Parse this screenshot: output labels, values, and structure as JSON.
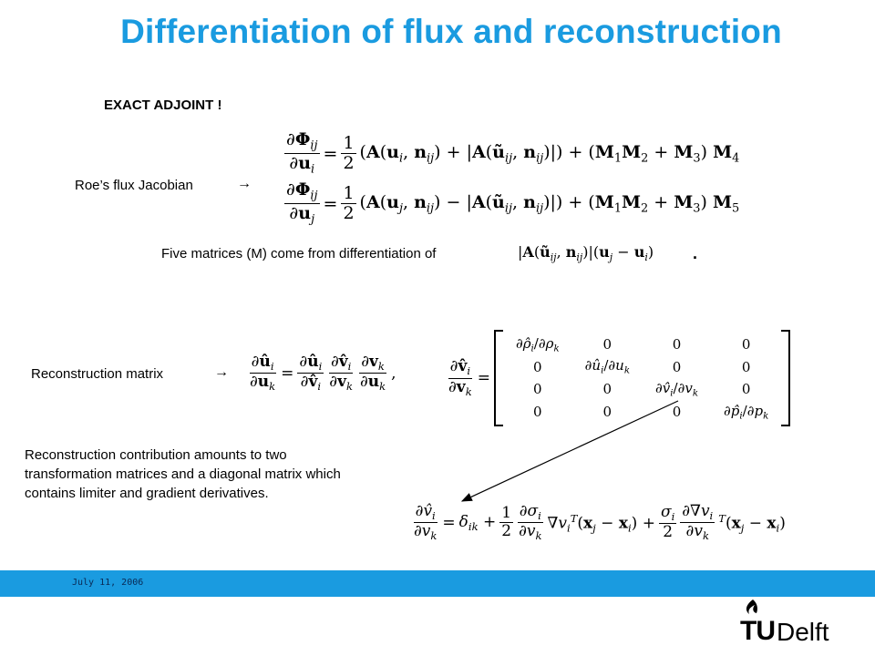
{
  "slide": {
    "title": "Differentiation of flux and reconstruction",
    "subtitle": "EXACT ADJOINT !",
    "roe_label": "Roe’s flux Jacobian",
    "arrow_glyph": "→",
    "five_matrices_text": "Five matrices (M) come from differentiation of",
    "period": ".",
    "reconstruction_label": "Reconstruction matrix",
    "contribution_text_1": "Reconstruction contribution amounts to two",
    "contribution_text_2": "transformation matrices and a diagonal matrix which",
    "contribution_text_3": "contains limiter and gradient derivatives."
  },
  "footer": {
    "date": "July 11, 2006",
    "logo_tu": "TU",
    "logo_delft": "Delft"
  },
  "colors": {
    "accent": "#1a9be0",
    "text": "#000000"
  },
  "icons": [
    "arrow-right-icon",
    "tudelft-flame-icon"
  ]
}
